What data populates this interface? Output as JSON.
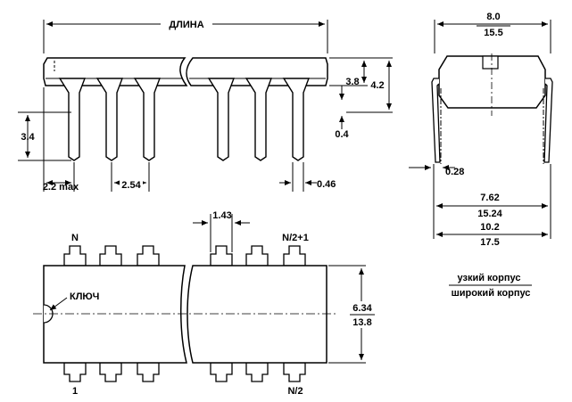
{
  "labels": {
    "length": "ДЛИНА",
    "key": "КЛЮЧ",
    "pin_first": "1",
    "pin_n": "N",
    "pin_n2": "N/2",
    "pin_n2p1": "N/2+1"
  },
  "dimensions": {
    "body_height": "3.8",
    "total_height": "4.2",
    "standoff": "0.4",
    "lead_length": "3.4",
    "shoulder_max": "2.2 max",
    "pitch": "2.54",
    "lead_width": "0.46",
    "lead_thickness": "0.28",
    "pad_width": "1.43",
    "top_width_narrow": "8.0",
    "top_width_wide": "15.5",
    "row_spacing_narrow": "7.62",
    "row_spacing_wide": "15.24",
    "span_narrow": "10.2",
    "span_wide": "17.5",
    "body_width_narrow": "6.34",
    "body_width_wide": "13.8"
  },
  "legend": {
    "narrow": "узкий корпус",
    "wide": "широкий корпус"
  }
}
